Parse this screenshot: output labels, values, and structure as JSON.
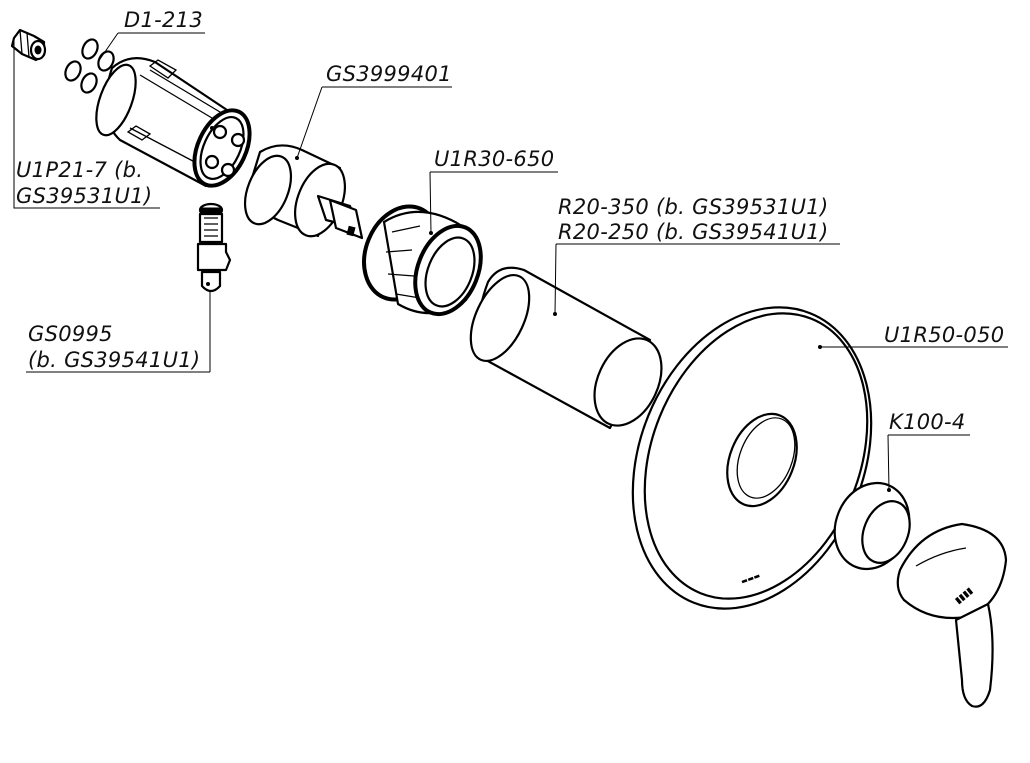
{
  "labels": {
    "d1_213": "D1-213",
    "gs3999401": "GS3999401",
    "u1r30_650": "U1R30-650",
    "r20_350": "R20-350 (b. GS39531U1)",
    "r20_250": "R20-250 (b. GS39541U1)",
    "u1r50_050": "U1R50-050",
    "k100_4": "K100-4",
    "u1p21_7_line1": "U1P21-7 (b.",
    "u1p21_7_line2": "GS39531U1)",
    "gs0995_line1": "GS0995",
    "gs0995_line2": "(b. GS39541U1)"
  }
}
